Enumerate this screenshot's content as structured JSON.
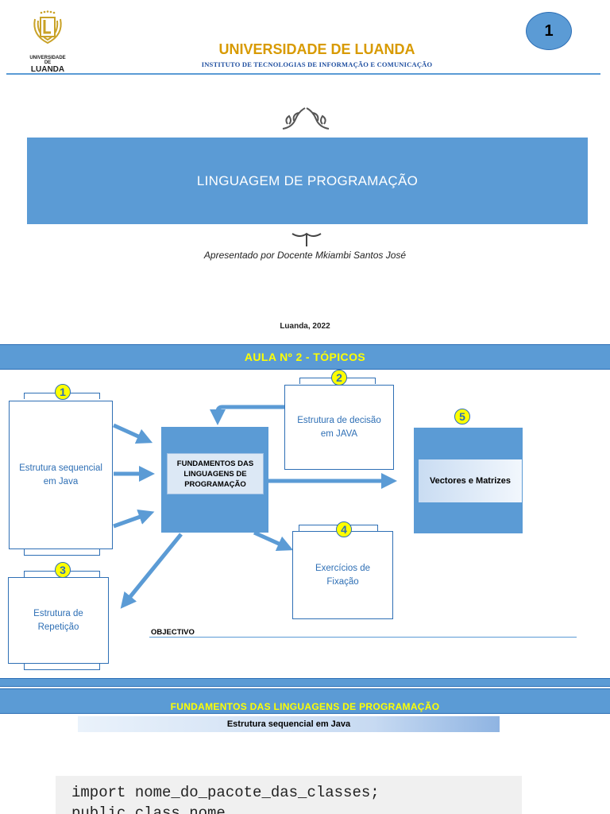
{
  "header": {
    "logo_text_top": "UNIVERSIDADE",
    "logo_text_mid": "DE",
    "logo_text_bottom": "LUANDA",
    "university": "UNIVERSIDADE DE LUANDA",
    "institute": "INSTITUTO DE TECNOLOGIAS DE INFORMAÇÃO E COMUNICAÇÃO",
    "page_number": "1"
  },
  "cover": {
    "title": "LINGUAGEM DE PROGRAMAÇÃO",
    "presenter": "Apresentado por Docente Mkiambi Santos José",
    "place_date": "Luanda, 2022"
  },
  "topics": {
    "heading": "AULA Nº 2 - TÓPICOS",
    "items": [
      {
        "num": "1",
        "label": "Estrutura sequencial em Java"
      },
      {
        "num": "2",
        "label": "Estrutura de decisão em JAVA"
      },
      {
        "num": "3",
        "label": "Estrutura de Repetição"
      },
      {
        "num": "4",
        "label": "Exercícios de Fixação"
      },
      {
        "num": "5",
        "label": "Vectores e Matrizes"
      }
    ],
    "center": "FUNDAMENTOS DAS LINGUAGENS DE PROGRAMAÇÃO",
    "objective_label": "OBJECTIVO"
  },
  "section3": {
    "heading": "FUNDAMENTOS DAS LINGUAGENS DE PROGRAMAÇÃO",
    "subheading": "Estrutura sequencial em Java",
    "code_lines": [
      "import nome_do_pacote_das_classes;",
      "public class nome"
    ]
  },
  "colors": {
    "accent_blue": "#5b9bd5",
    "dark_blue": "#2e6fb5",
    "gold": "#d89a00",
    "highlight_yellow": "#ffff00"
  }
}
